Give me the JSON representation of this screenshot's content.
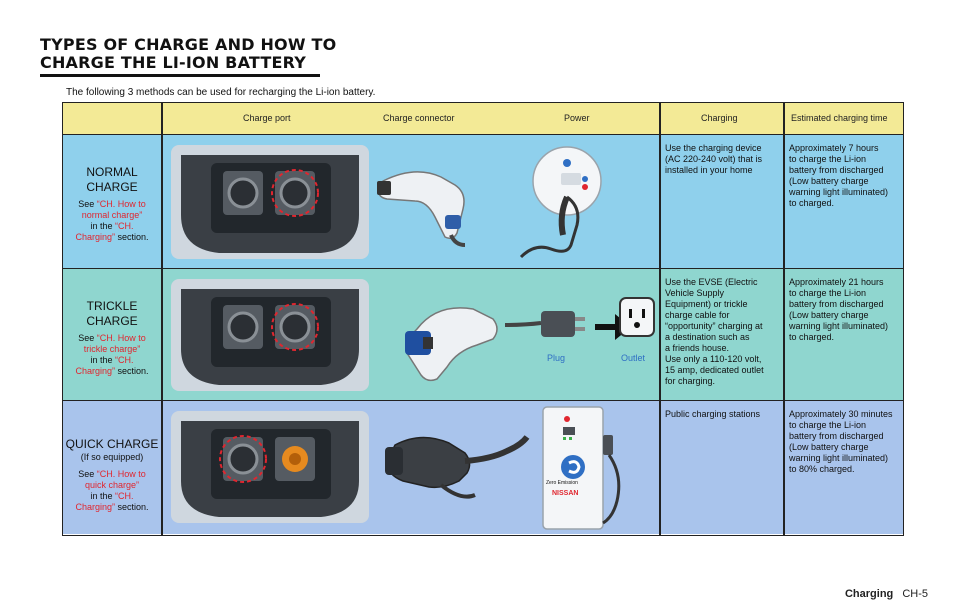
{
  "page": {
    "title_line1": "TYPES OF CHARGE AND HOW TO",
    "title_line2": "CHARGE THE LI-ION BATTERY",
    "intro": "The following 3 methods can be used for recharging the Li-ion battery."
  },
  "table": {
    "headers": {
      "port": "Charge port",
      "connector": "Charge connector",
      "power": "Power",
      "charging": "Charging",
      "time": "Estimated charging time"
    },
    "rows": [
      {
        "name": "NORMAL CHARGE",
        "name_line1": "NORMAL",
        "name_line2": "CHARGE",
        "see": "See",
        "ref1": "“CH. How to",
        "ref2": "normal charge”",
        "in": "in the",
        "ref3": "“CH.",
        "ref4": "Charging”",
        "section": "section.",
        "charging": [
          "Use the charging device",
          "(AC 220-240 volt) that is",
          "installed in your home"
        ],
        "time": [
          "Approximately 7 hours",
          "to charge the Li-ion",
          "battery from discharged",
          "(Low battery charge",
          "warning light illuminated)",
          "to charged."
        ]
      },
      {
        "name": "TRICKLE CHARGE",
        "name_line1": "TRICKLE",
        "name_line2": "CHARGE",
        "see": "See",
        "ref1": "“CH. How to",
        "ref2": "trickle charge”",
        "in": "in the",
        "ref3": "“CH.",
        "ref4": "Charging”",
        "section": "section.",
        "plug": "Plug",
        "outlet": "Outlet",
        "charging": [
          "Use the EVSE (Electric",
          "Vehicle Supply",
          "Equipment) or trickle",
          "charge cable for",
          "“opportunity” charging at",
          "a destination such as",
          "a friends house.",
          "Use only a 110-120 volt,",
          "15 amp, dedicated outlet",
          "for charging."
        ],
        "time": [
          "Approximately 21 hours",
          "to charge the Li-ion",
          "battery from discharged",
          "(Low battery charge",
          "warning light illuminated)",
          "to charged."
        ]
      },
      {
        "name": "QUICK CHARGE",
        "sub": "(If so equipped)",
        "see": "See",
        "ref1": "“CH. How to",
        "ref2": "quick charge”",
        "in": "in the",
        "ref3": "“CH.",
        "ref4": "Charging”",
        "section": "section.",
        "charging": [
          "Public charging stations"
        ],
        "time": [
          "Approximately 30 minutes",
          "to charge the Li-ion",
          "battery from discharged",
          "(Low battery charge",
          "warning light illuminated)",
          "to 80% charged."
        ]
      }
    ]
  },
  "station": {
    "brand": "NISSAN",
    "tagline": "Zero Emission"
  },
  "footer": {
    "section": "Charging",
    "page": "CH-5"
  },
  "colors": {
    "header": "#f3ea96",
    "normal": "#8fd0ec",
    "trickle": "#8fd6cf",
    "quick": "#a9c4ec",
    "accent_red": "#e0262f"
  }
}
